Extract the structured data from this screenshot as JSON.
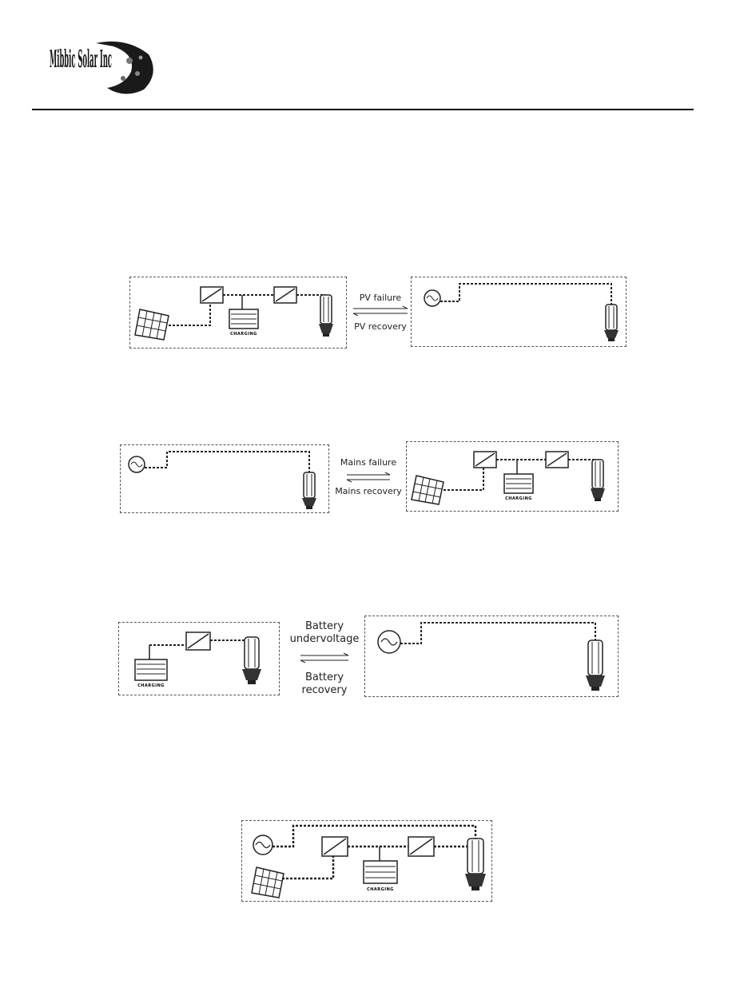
{
  "header": {
    "logo_text": "Mibbic Solar Inc"
  },
  "diagram1": {
    "label_top": "PV failure",
    "label_bottom": "PV recovery",
    "battery_text": "CHARGING"
  },
  "diagram2": {
    "label_top": "Mains failure",
    "label_bottom": "Mains recovery",
    "battery_text": "CHARGING"
  },
  "diagram3": {
    "label_top_line1": "Battery",
    "label_top_line2": "undervoltage",
    "label_bottom_line1": "Battery",
    "label_bottom_line2": "recovery",
    "battery_text": "CHARGING"
  },
  "diagram4": {
    "battery_text": "CHARGING"
  }
}
